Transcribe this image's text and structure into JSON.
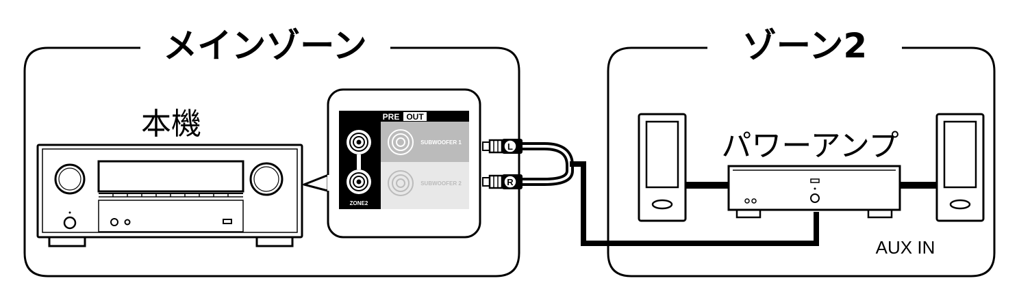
{
  "main_zone": {
    "title": "メインゾーン",
    "unit_label": "本機"
  },
  "zone2": {
    "title": "ゾーン2",
    "amp_label": "パワーアンプ",
    "input_label": "AUX IN"
  },
  "pre_out_panel": {
    "header_pre": "PRE",
    "header_out": "OUT",
    "zone2_label": "ZONE2",
    "subwoofer1_label": "SUBWOOFER 1",
    "subwoofer2_label": "SUBWOOFER 2"
  },
  "cable": {
    "left_plug": "L",
    "right_plug": "R"
  },
  "colors": {
    "line": "#000000",
    "background": "#ffffff",
    "inactive": "#bbbbbb",
    "inactive_fill": "#e6e6e6"
  }
}
